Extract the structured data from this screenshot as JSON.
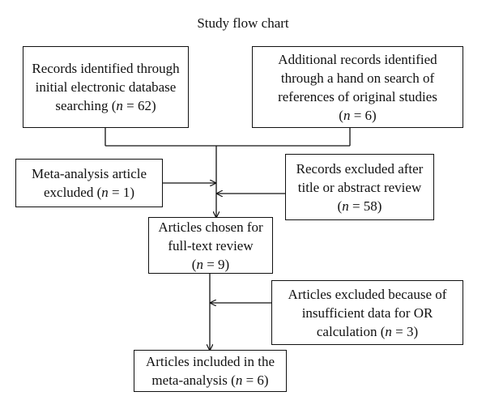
{
  "title": "Study flow chart",
  "boxes": {
    "records_identified": {
      "lines": [
        "Records identified through",
        "initial electronic database",
        "searching ("
      ],
      "n_label": "n",
      "n_value": " = 62)"
    },
    "additional_records": {
      "lines": [
        "Additional records identified",
        "through a hand on search of",
        "references of original studies"
      ],
      "n_prefix": "(",
      "n_label": "n",
      "n_value": " = 6)"
    },
    "meta_analysis_excluded": {
      "lines": [
        "Meta-analysis article",
        "excluded ("
      ],
      "n_label": "n",
      "n_value": " = 1)"
    },
    "records_excluded": {
      "lines": [
        "Records excluded after",
        "title or abstract review"
      ],
      "n_prefix": "(",
      "n_label": "n",
      "n_value": " = 58)"
    },
    "full_text_review": {
      "lines": [
        "Articles chosen for",
        "full-text review"
      ],
      "n_prefix": "(",
      "n_label": "n",
      "n_value": " = 9)"
    },
    "insufficient_data": {
      "lines": [
        "Articles excluded because of",
        "insufficient data for OR",
        "calculation ("
      ],
      "n_label": "n",
      "n_value": " = 3)"
    },
    "included": {
      "lines": [
        "Articles included in the",
        "meta-analysis ("
      ],
      "n_label": "n",
      "n_value": " = 6)"
    }
  }
}
